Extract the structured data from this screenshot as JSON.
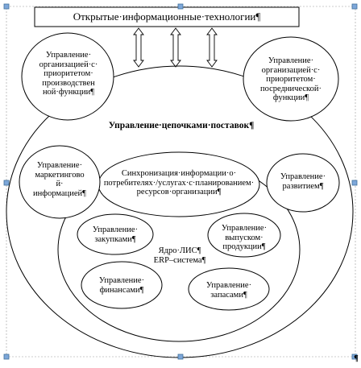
{
  "top_box": "Открытые·информационные·технологии¶",
  "outer_ellipse_label": "Управление·цепочками·поставок¶",
  "left_top_node": "Управление·\nорганизацией·с·\nприоритетом·\nпроизводствен\nной·функции¶",
  "right_top_node": "Управление·\nорганизацией·с·\nприоритетом·\nпосреднической·\nфункции¶",
  "marketing_node": "Управление·\nмаркетингово\nй·\nинформацией¶",
  "development_node": "Управление·\nразвитием¶",
  "sync_label": "Синхронизация·информации·о·\nпотребителях·/услугах·с·планированием·\nресурсов·организации¶",
  "core_label": "Ядро·ЛИС¶\nERP–система¶",
  "procurement_node": "Управление·\nзакупками¶",
  "production_node": "Управление·\nвыпуском·\nпродукции¶",
  "finance_node": "Управление·\nфинансами¶",
  "inventory_node": "Управление·\nзапасами¶",
  "corner_mark": "¶",
  "colors": {
    "stroke": "#000000",
    "handle_fill": "#7da7d9",
    "handle_stroke": "#41719c",
    "frame": "#9a9a9a"
  }
}
